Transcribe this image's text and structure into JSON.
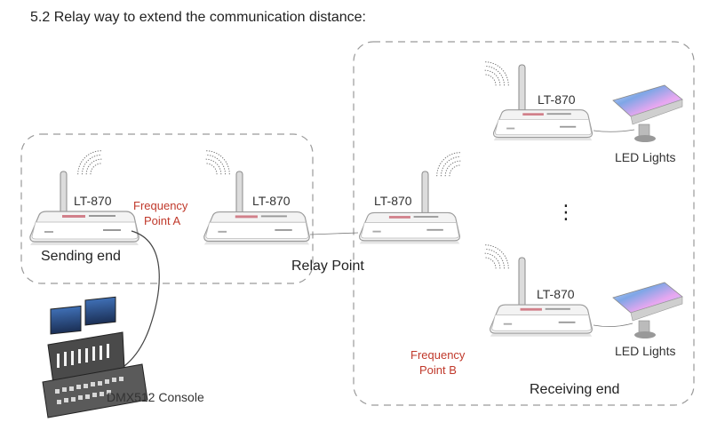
{
  "heading": "5.2  Relay way to extend the communication distance:",
  "model": "LT-870",
  "labels": {
    "sending": "Sending end",
    "relay": "Relay Point",
    "receiving": "Receiving end",
    "console": "DMX512 Console",
    "led_lights": "LED Lights",
    "freq_a_line1": "Frequency",
    "freq_a_line2": "Point A",
    "freq_b_line1": "Frequency",
    "freq_b_line2": "Point B",
    "ellipsis": "⋮"
  },
  "colors": {
    "frequency_text": "#c0392b",
    "led_panel": "#7fa6e6"
  }
}
